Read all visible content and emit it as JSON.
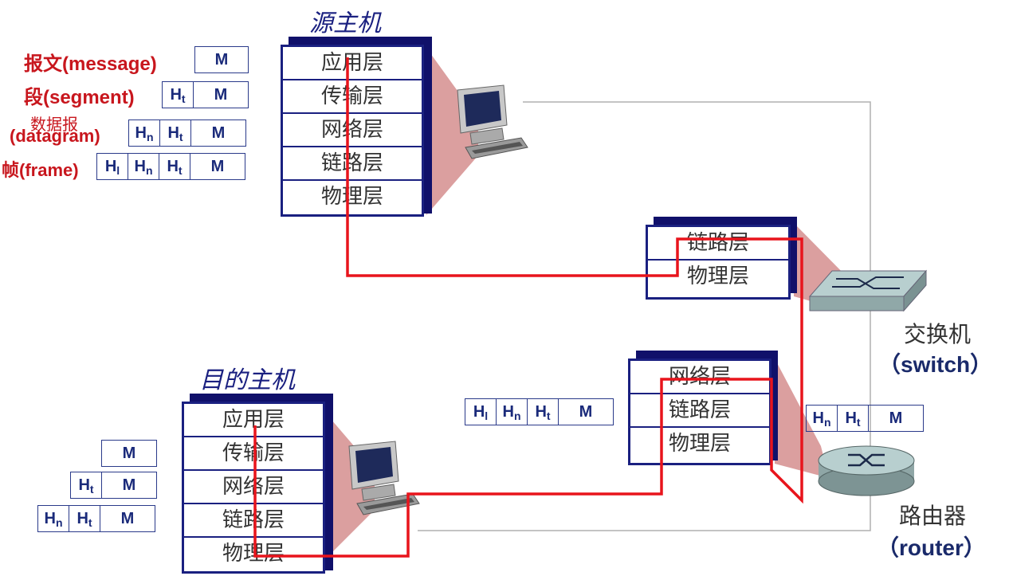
{
  "source_host": {
    "title": "源主机",
    "layers": [
      "应用层",
      "传输层",
      "网络层",
      "链路层",
      "物理层"
    ]
  },
  "dest_host": {
    "title": "目的主机",
    "layers": [
      "应用层",
      "传输层",
      "网络层",
      "链路层",
      "物理层"
    ]
  },
  "switch": {
    "layers": [
      "链路层",
      "物理层"
    ],
    "label": "交换机",
    "label_en": "（switch）"
  },
  "router": {
    "layers": [
      "网络层",
      "链路层",
      "物理层"
    ],
    "label": "路由器",
    "label_en": "（router）"
  },
  "pdu_labels": {
    "message": "报文(message)",
    "segment": "段(segment)",
    "datagram_cn": "数据报",
    "datagram_en": "(datagram)",
    "frame": "帧(frame)"
  },
  "headers": {
    "m": "M",
    "ht": "H",
    "ht_sub": "t",
    "hn": "H",
    "hn_sub": "n",
    "hl": "H",
    "hl_sub": "l"
  },
  "colors": {
    "path": "#e8141c",
    "layer_border": "#1a2080",
    "pdu_label": "#c8161d"
  }
}
